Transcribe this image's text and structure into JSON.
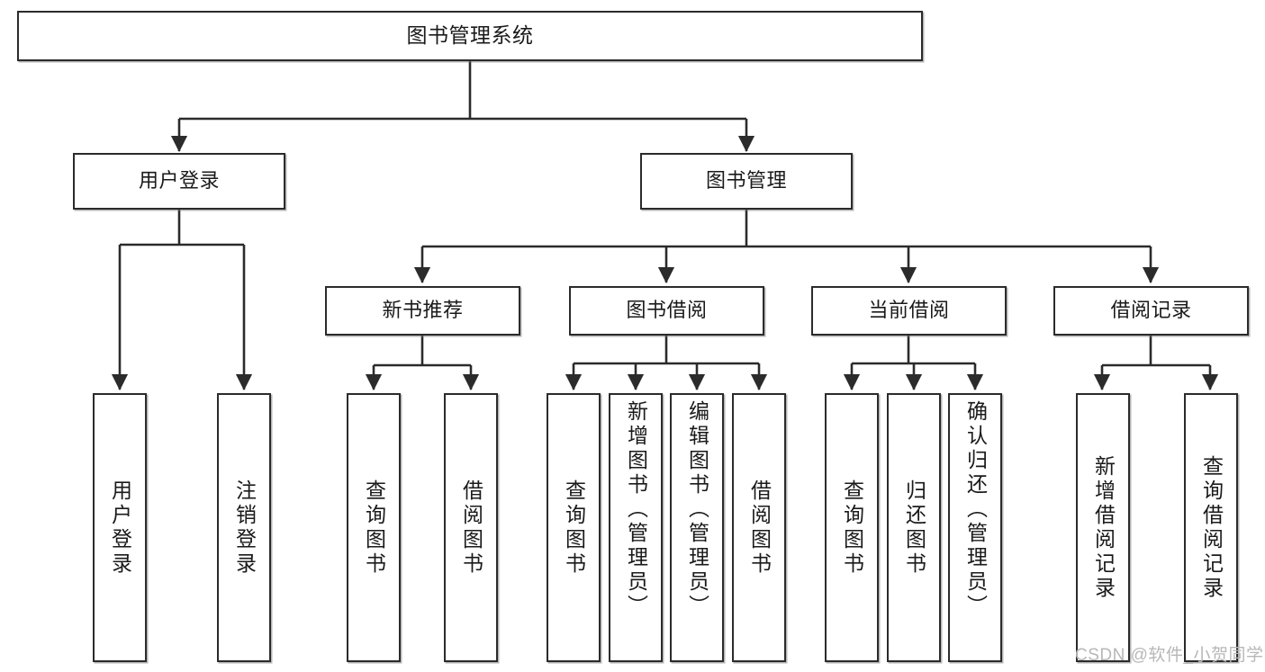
{
  "diagram": {
    "title": "图书管理系统",
    "type": "tree",
    "orientation": "top-down",
    "colors": {
      "node_border": "#2b2b2b",
      "node_fill": "#ffffff",
      "edge": "#2b2b2b",
      "text": "#1a1a1a",
      "watermark": "#b7b7b7",
      "background": "#ffffff"
    },
    "root": {
      "label": "图书管理系统"
    },
    "level1": [
      {
        "id": "user-login",
        "label": "用户登录"
      },
      {
        "id": "book-management",
        "label": "图书管理"
      }
    ],
    "level2": [
      {
        "id": "new-book-recommend",
        "label": "新书推荐",
        "parent": "book-management"
      },
      {
        "id": "book-borrow",
        "label": "图书借阅",
        "parent": "book-management"
      },
      {
        "id": "current-borrow",
        "label": "当前借阅",
        "parent": "book-management"
      },
      {
        "id": "borrow-record",
        "label": "借阅记录",
        "parent": "book-management"
      }
    ],
    "leaves": {
      "user-login": [
        {
          "id": "leaf-user-login",
          "label": "用户登录"
        },
        {
          "id": "leaf-logout",
          "label": "注销登录"
        }
      ],
      "new-book-recommend": [
        {
          "id": "leaf-query-book-1",
          "label": "查询图书"
        },
        {
          "id": "leaf-borrow-book-1",
          "label": "借阅图书"
        }
      ],
      "book-borrow": [
        {
          "id": "leaf-query-book-2",
          "label": "查询图书"
        },
        {
          "id": "leaf-add-book",
          "label": "新增图书（管理员）"
        },
        {
          "id": "leaf-edit-book",
          "label": "编辑图书（管理员）"
        },
        {
          "id": "leaf-borrow-book-2",
          "label": "借阅图书"
        }
      ],
      "current-borrow": [
        {
          "id": "leaf-query-book-3",
          "label": "查询图书"
        },
        {
          "id": "leaf-return-book",
          "label": "归还图书"
        },
        {
          "id": "leaf-confirm-return",
          "label": "确认归还（管理员）"
        }
      ],
      "borrow-record": [
        {
          "id": "leaf-add-record",
          "label": "新增借阅记录"
        },
        {
          "id": "leaf-query-record",
          "label": "查询借阅记录"
        }
      ]
    },
    "watermark": "CSDN @软件_小贺同学"
  }
}
